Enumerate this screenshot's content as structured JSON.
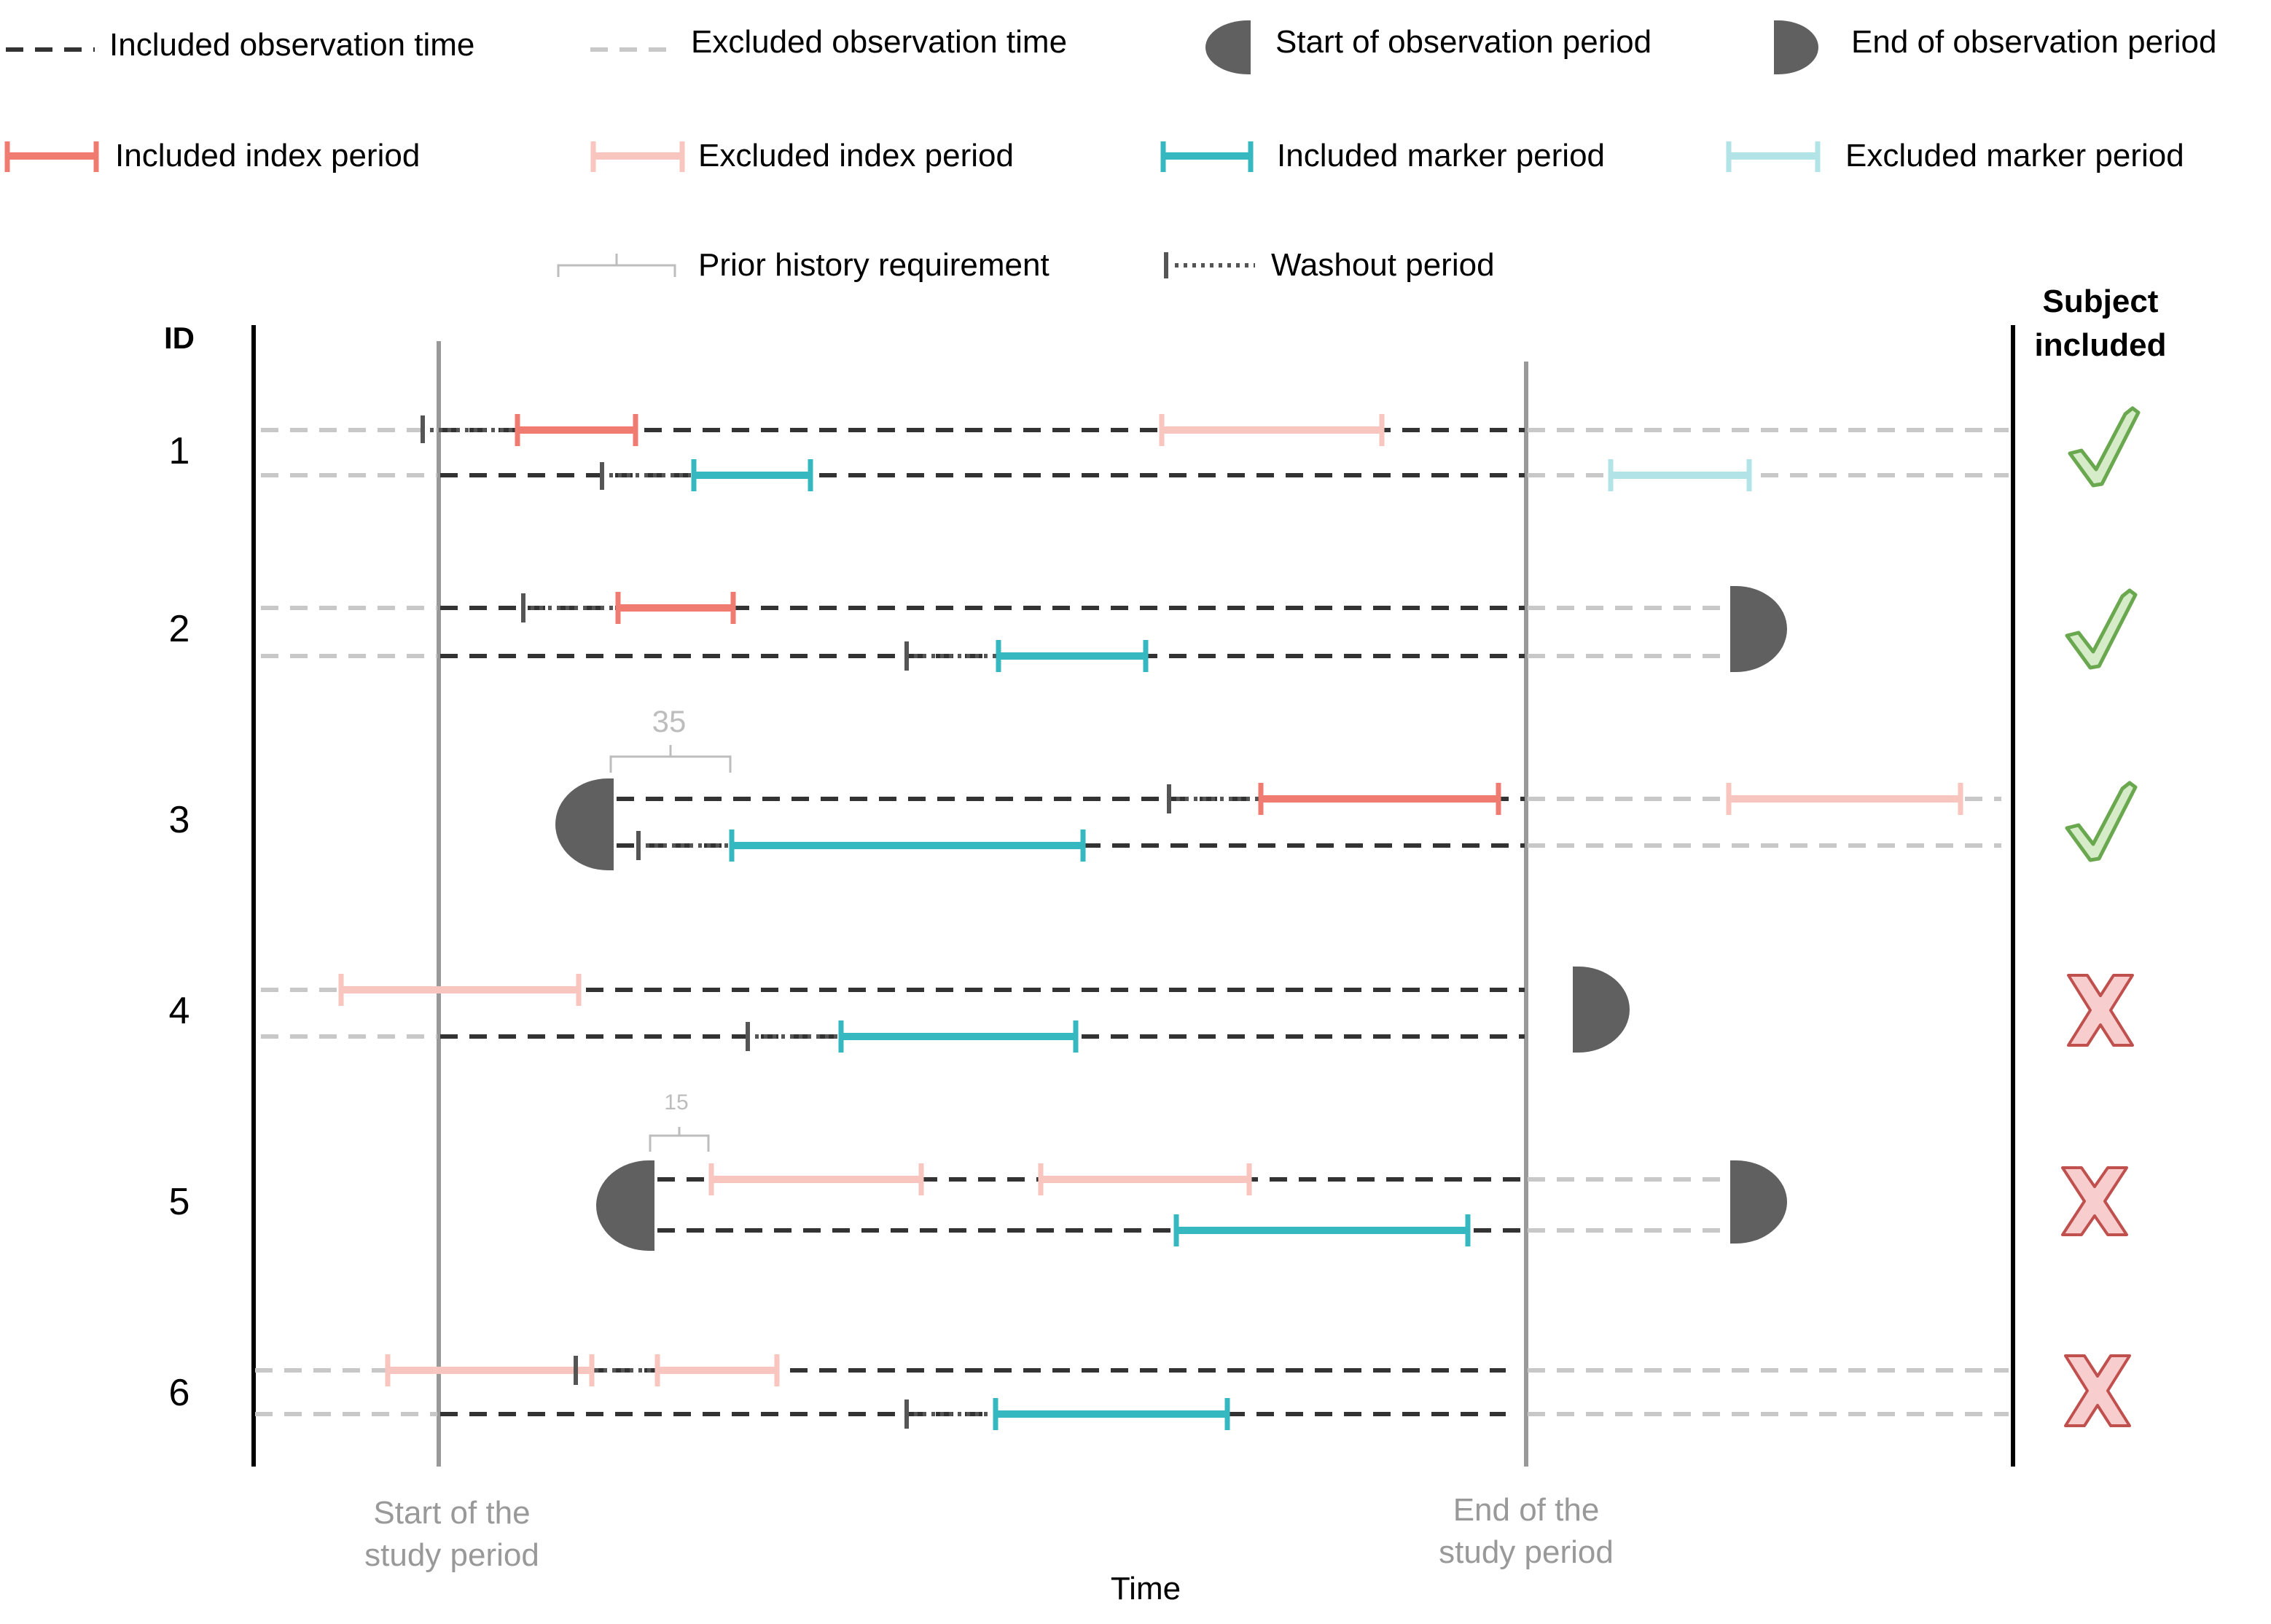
{
  "legend": {
    "included_observation": "Included observation time",
    "excluded_observation": "Excluded observation time",
    "start_observation": "Start of observation period",
    "end_observation": "End of observation period",
    "included_index": "Included index period",
    "excluded_index": "Excluded index period",
    "included_marker": "Included marker period",
    "excluded_marker": "Excluded marker period",
    "prior_history": "Prior history requirement",
    "washout": "Washout period"
  },
  "headers": {
    "id": "ID",
    "subject_included_line1": "Subject",
    "subject_included_line2": "included"
  },
  "axis": {
    "study_start_line1": "Start of the",
    "study_start_line2": "study period",
    "study_end_line1": "End of the",
    "study_end_line2": "study period",
    "time": "Time"
  },
  "subjects": [
    {
      "id": "1",
      "included": true
    },
    {
      "id": "2",
      "included": true
    },
    {
      "id": "3",
      "included": true,
      "prior_history_days": "35"
    },
    {
      "id": "4",
      "included": false
    },
    {
      "id": "5",
      "included": false,
      "prior_history_days": "15"
    },
    {
      "id": "6",
      "included": false
    }
  ],
  "colors": {
    "included_observation": "#333333",
    "excluded_observation": "#c8c8c8",
    "included_index": "#f07b70",
    "excluded_index": "#f9c5bf",
    "included_marker": "#35b8c0",
    "excluded_marker": "#b2e3e6",
    "shape": "#606060",
    "check_fill": "#d6ecc9",
    "check_stroke": "#6aa84f",
    "cross_fill": "#f7cdcd",
    "cross_stroke": "#c0504d"
  }
}
